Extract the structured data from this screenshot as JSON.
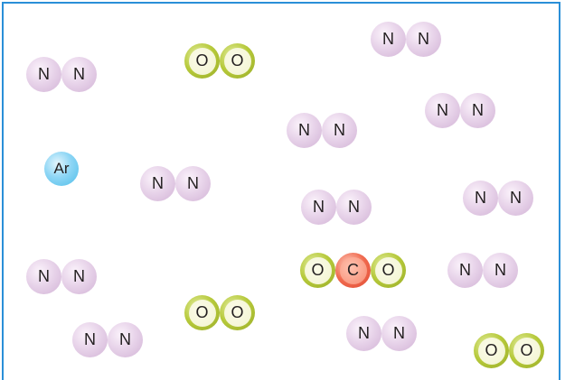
{
  "diagram": {
    "border_color": "#2a8fd8",
    "colors": {
      "N": "#e3cbe6",
      "O": "#b6c93a",
      "C": "#f06a4f",
      "Ar": "#8ed6f5"
    },
    "molecules": [
      {
        "atoms": [
          "N",
          "N"
        ]
      },
      {
        "atoms": [
          "O",
          "O"
        ]
      },
      {
        "atoms": [
          "N",
          "N"
        ]
      },
      {
        "atoms": [
          "N",
          "N"
        ]
      },
      {
        "atoms": [
          "N",
          "N"
        ]
      },
      {
        "atoms": [
          "Ar"
        ]
      },
      {
        "atoms": [
          "N",
          "N"
        ]
      },
      {
        "atoms": [
          "N",
          "N"
        ]
      },
      {
        "atoms": [
          "N",
          "N"
        ]
      },
      {
        "atoms": [
          "N",
          "N"
        ]
      },
      {
        "atoms": [
          "O",
          "C",
          "O"
        ]
      },
      {
        "atoms": [
          "N",
          "N"
        ]
      },
      {
        "atoms": [
          "O",
          "O"
        ]
      },
      {
        "atoms": [
          "N",
          "N"
        ]
      },
      {
        "atoms": [
          "N",
          "N"
        ]
      },
      {
        "atoms": [
          "O",
          "O"
        ]
      }
    ]
  }
}
